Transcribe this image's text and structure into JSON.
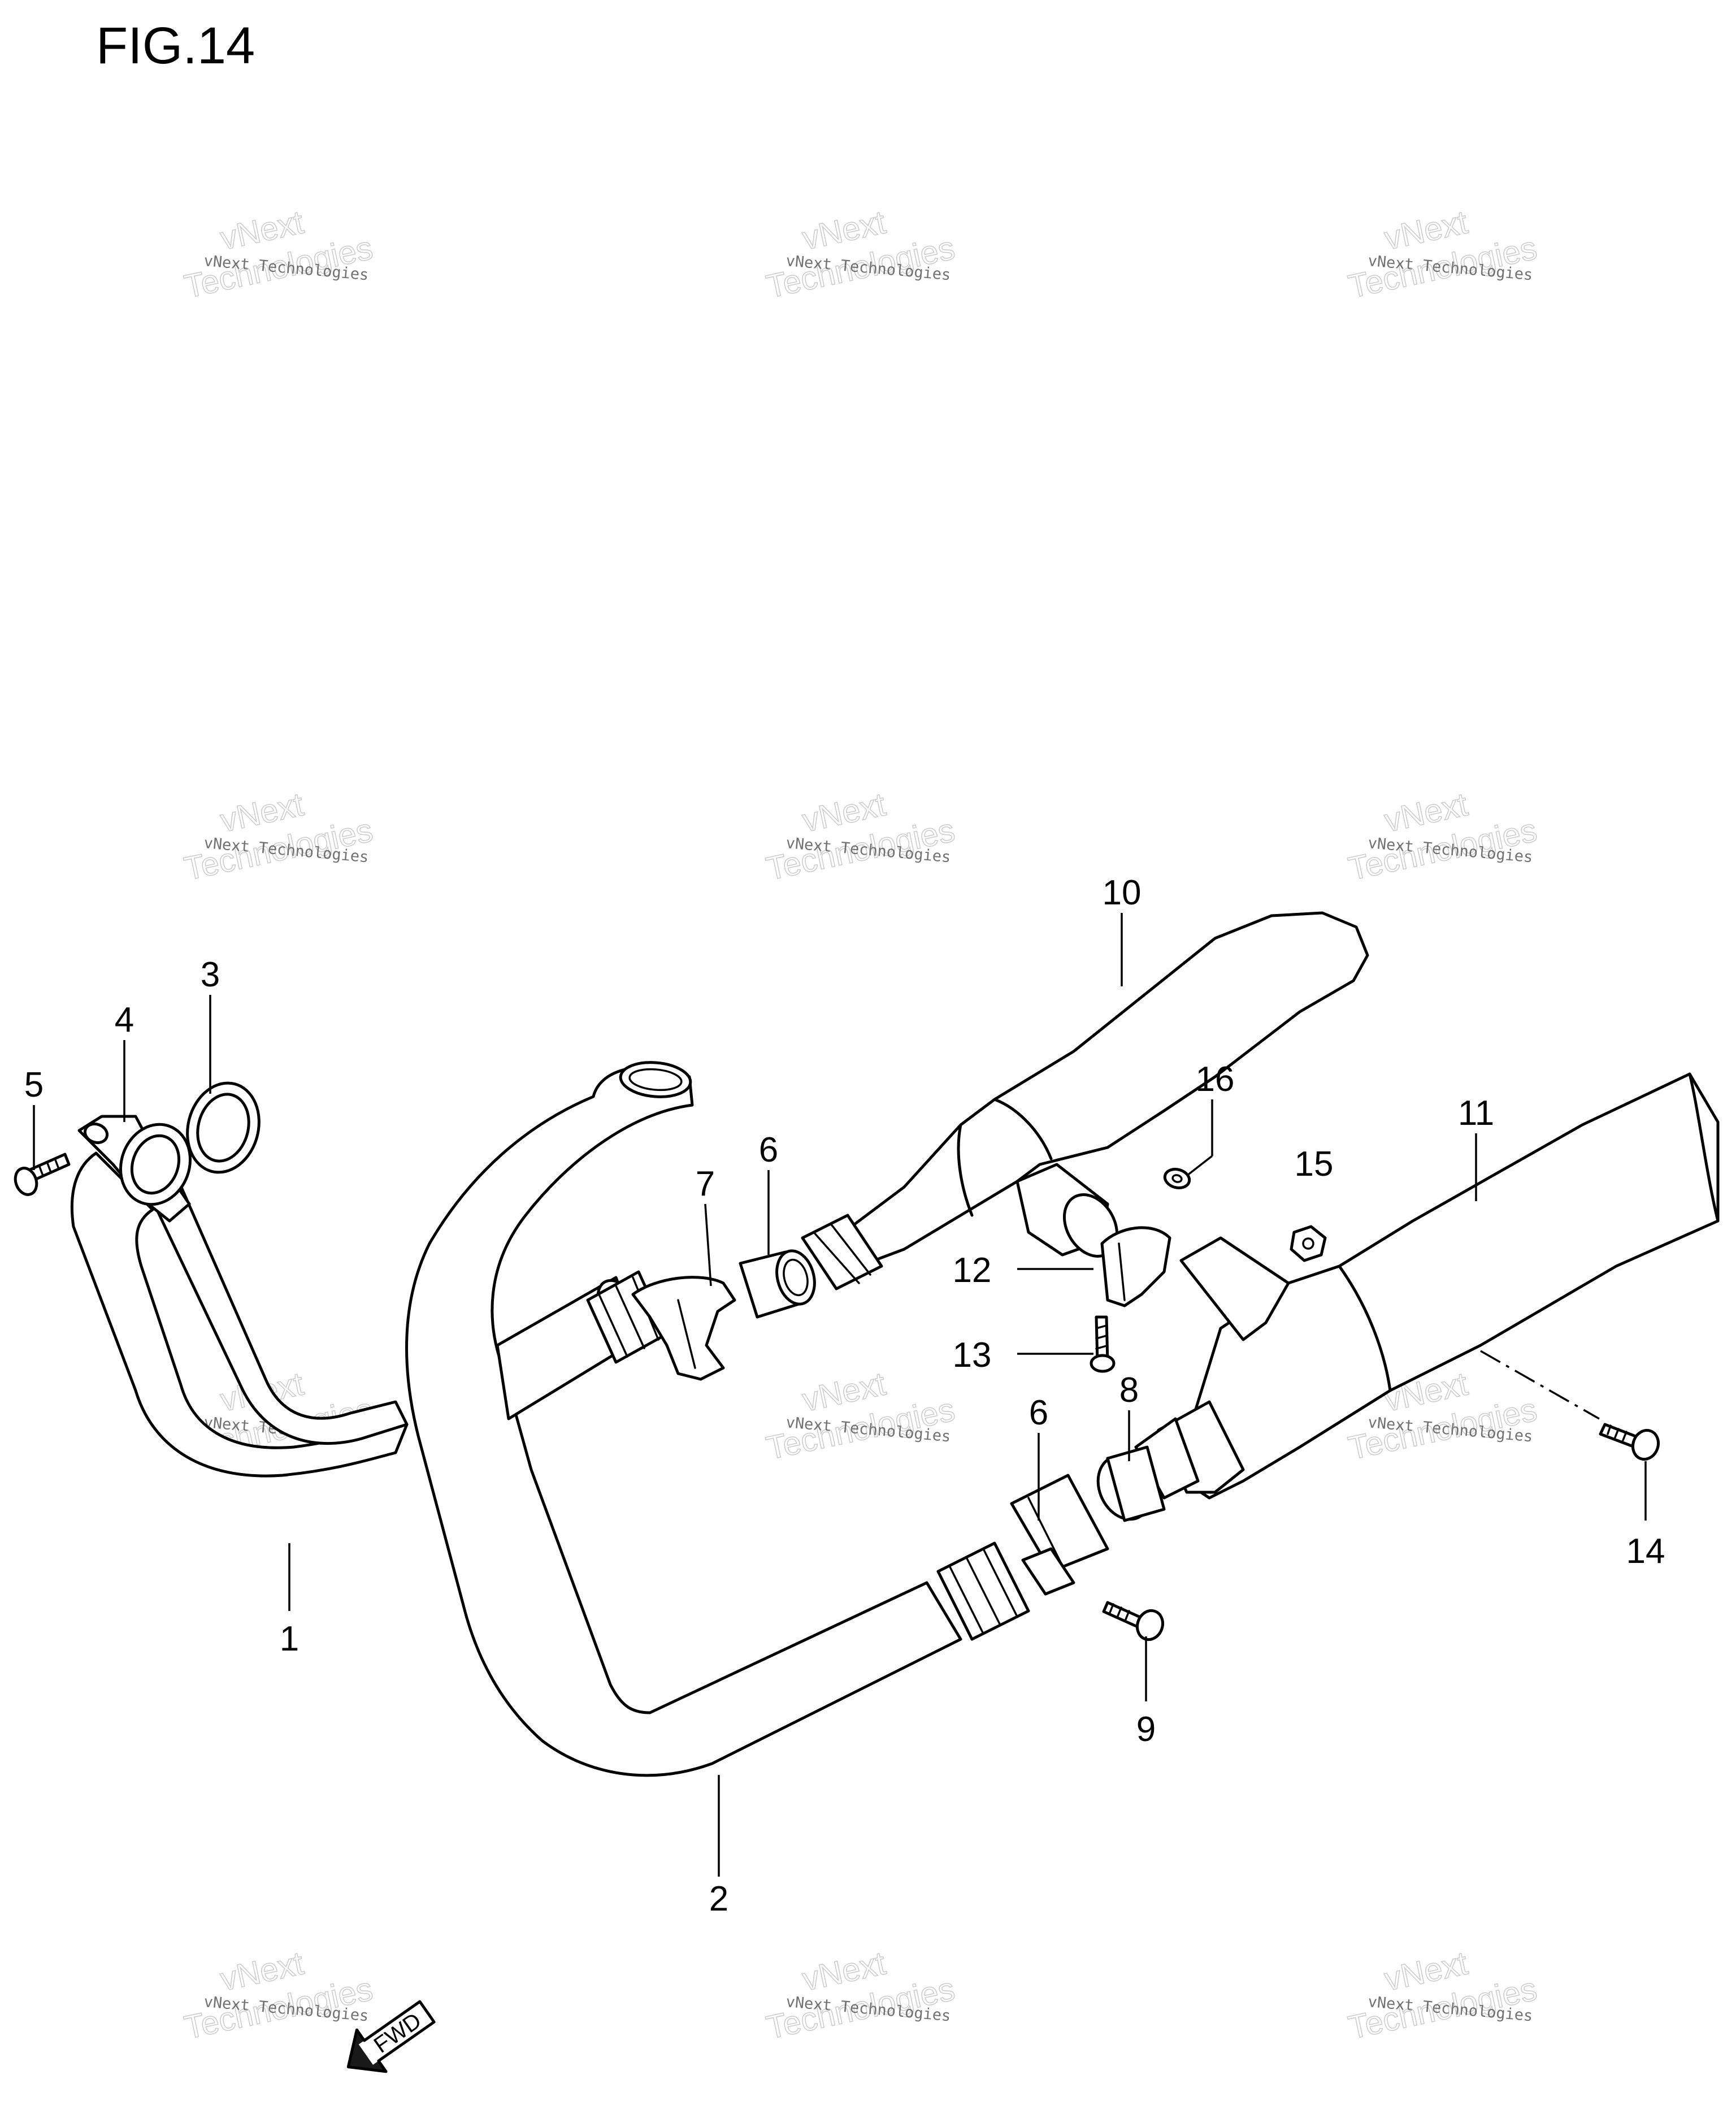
{
  "figure": {
    "title": "FIG.14"
  },
  "watermark": {
    "line1": "vNext Technologies",
    "line2": "vNext",
    "line3": "Technologies"
  },
  "direction_marker": {
    "label": "FWD",
    "icon": "fwd-arrow-icon"
  },
  "callouts": [
    {
      "id": "1",
      "part": "exhaust-pipe-front"
    },
    {
      "id": "2",
      "part": "exhaust-pipe-rear"
    },
    {
      "id": "3",
      "part": "gasket"
    },
    {
      "id": "4",
      "part": "flange"
    },
    {
      "id": "5",
      "part": "bolt"
    },
    {
      "id": "6",
      "part": "connector-gasket"
    },
    {
      "id": "6",
      "part": "connector-gasket"
    },
    {
      "id": "7",
      "part": "clamp"
    },
    {
      "id": "8",
      "part": "clamp"
    },
    {
      "id": "9",
      "part": "bolt"
    },
    {
      "id": "10",
      "part": "muffler-upper"
    },
    {
      "id": "11",
      "part": "muffler-lower"
    },
    {
      "id": "12",
      "part": "clamp"
    },
    {
      "id": "13",
      "part": "bolt"
    },
    {
      "id": "14",
      "part": "bolt"
    },
    {
      "id": "15",
      "part": "nut"
    },
    {
      "id": "16",
      "part": "washer"
    }
  ]
}
